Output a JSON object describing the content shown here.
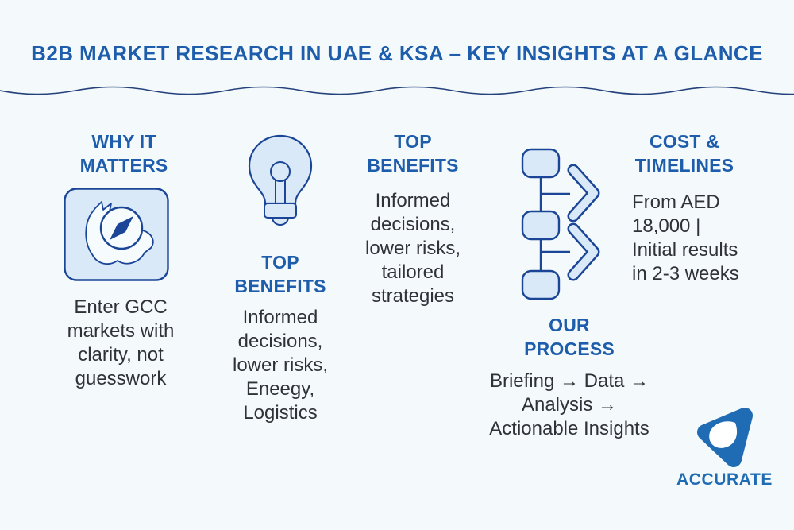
{
  "title": "B2B MARKET RESEARCH IN UAE & KSA – KEY INSIGHTS AT A GLANCE",
  "colors": {
    "background": "#f4fafc",
    "accent_blue": "#1d5dab",
    "icon_outline_navy": "#1b4596",
    "icon_fill_light_blue": "#d9e9f7",
    "body_text": "#30323a",
    "logo_blue": "#1f6cb4",
    "divider_navy": "#24417c"
  },
  "sections": {
    "why_it_matters": {
      "heading": "WHY IT\nMATTERS",
      "icon": "map-compass-icon",
      "body": "Enter GCC\nmarkets with\nclarity, not\nguesswork"
    },
    "top_benefits_1": {
      "heading": "TOP\nBENEFITS",
      "icon": "lightbulb-icon",
      "body": "Informed\ndecisions,\nlower risks,\nEneegy,\nLogistics"
    },
    "top_benefits_2": {
      "heading": "TOP\nBENEFITS",
      "body": "Informed\ndecisions,\nlower risks,\ntailored\nstrategies"
    },
    "our_process": {
      "heading": "OUR\nPROCESS",
      "icon": "flowchart-arrows-icon",
      "body": "Briefing → Data →\nAnalysis →\nActionable Insights"
    },
    "cost_timelines": {
      "heading": "COST &\nTIMELINES",
      "body": "From AED\n18,000 |\nInitial results\nin 2-3 weeks"
    }
  },
  "logo": {
    "brand": "ACCURATE",
    "icon": "accurate-logo-icon"
  }
}
